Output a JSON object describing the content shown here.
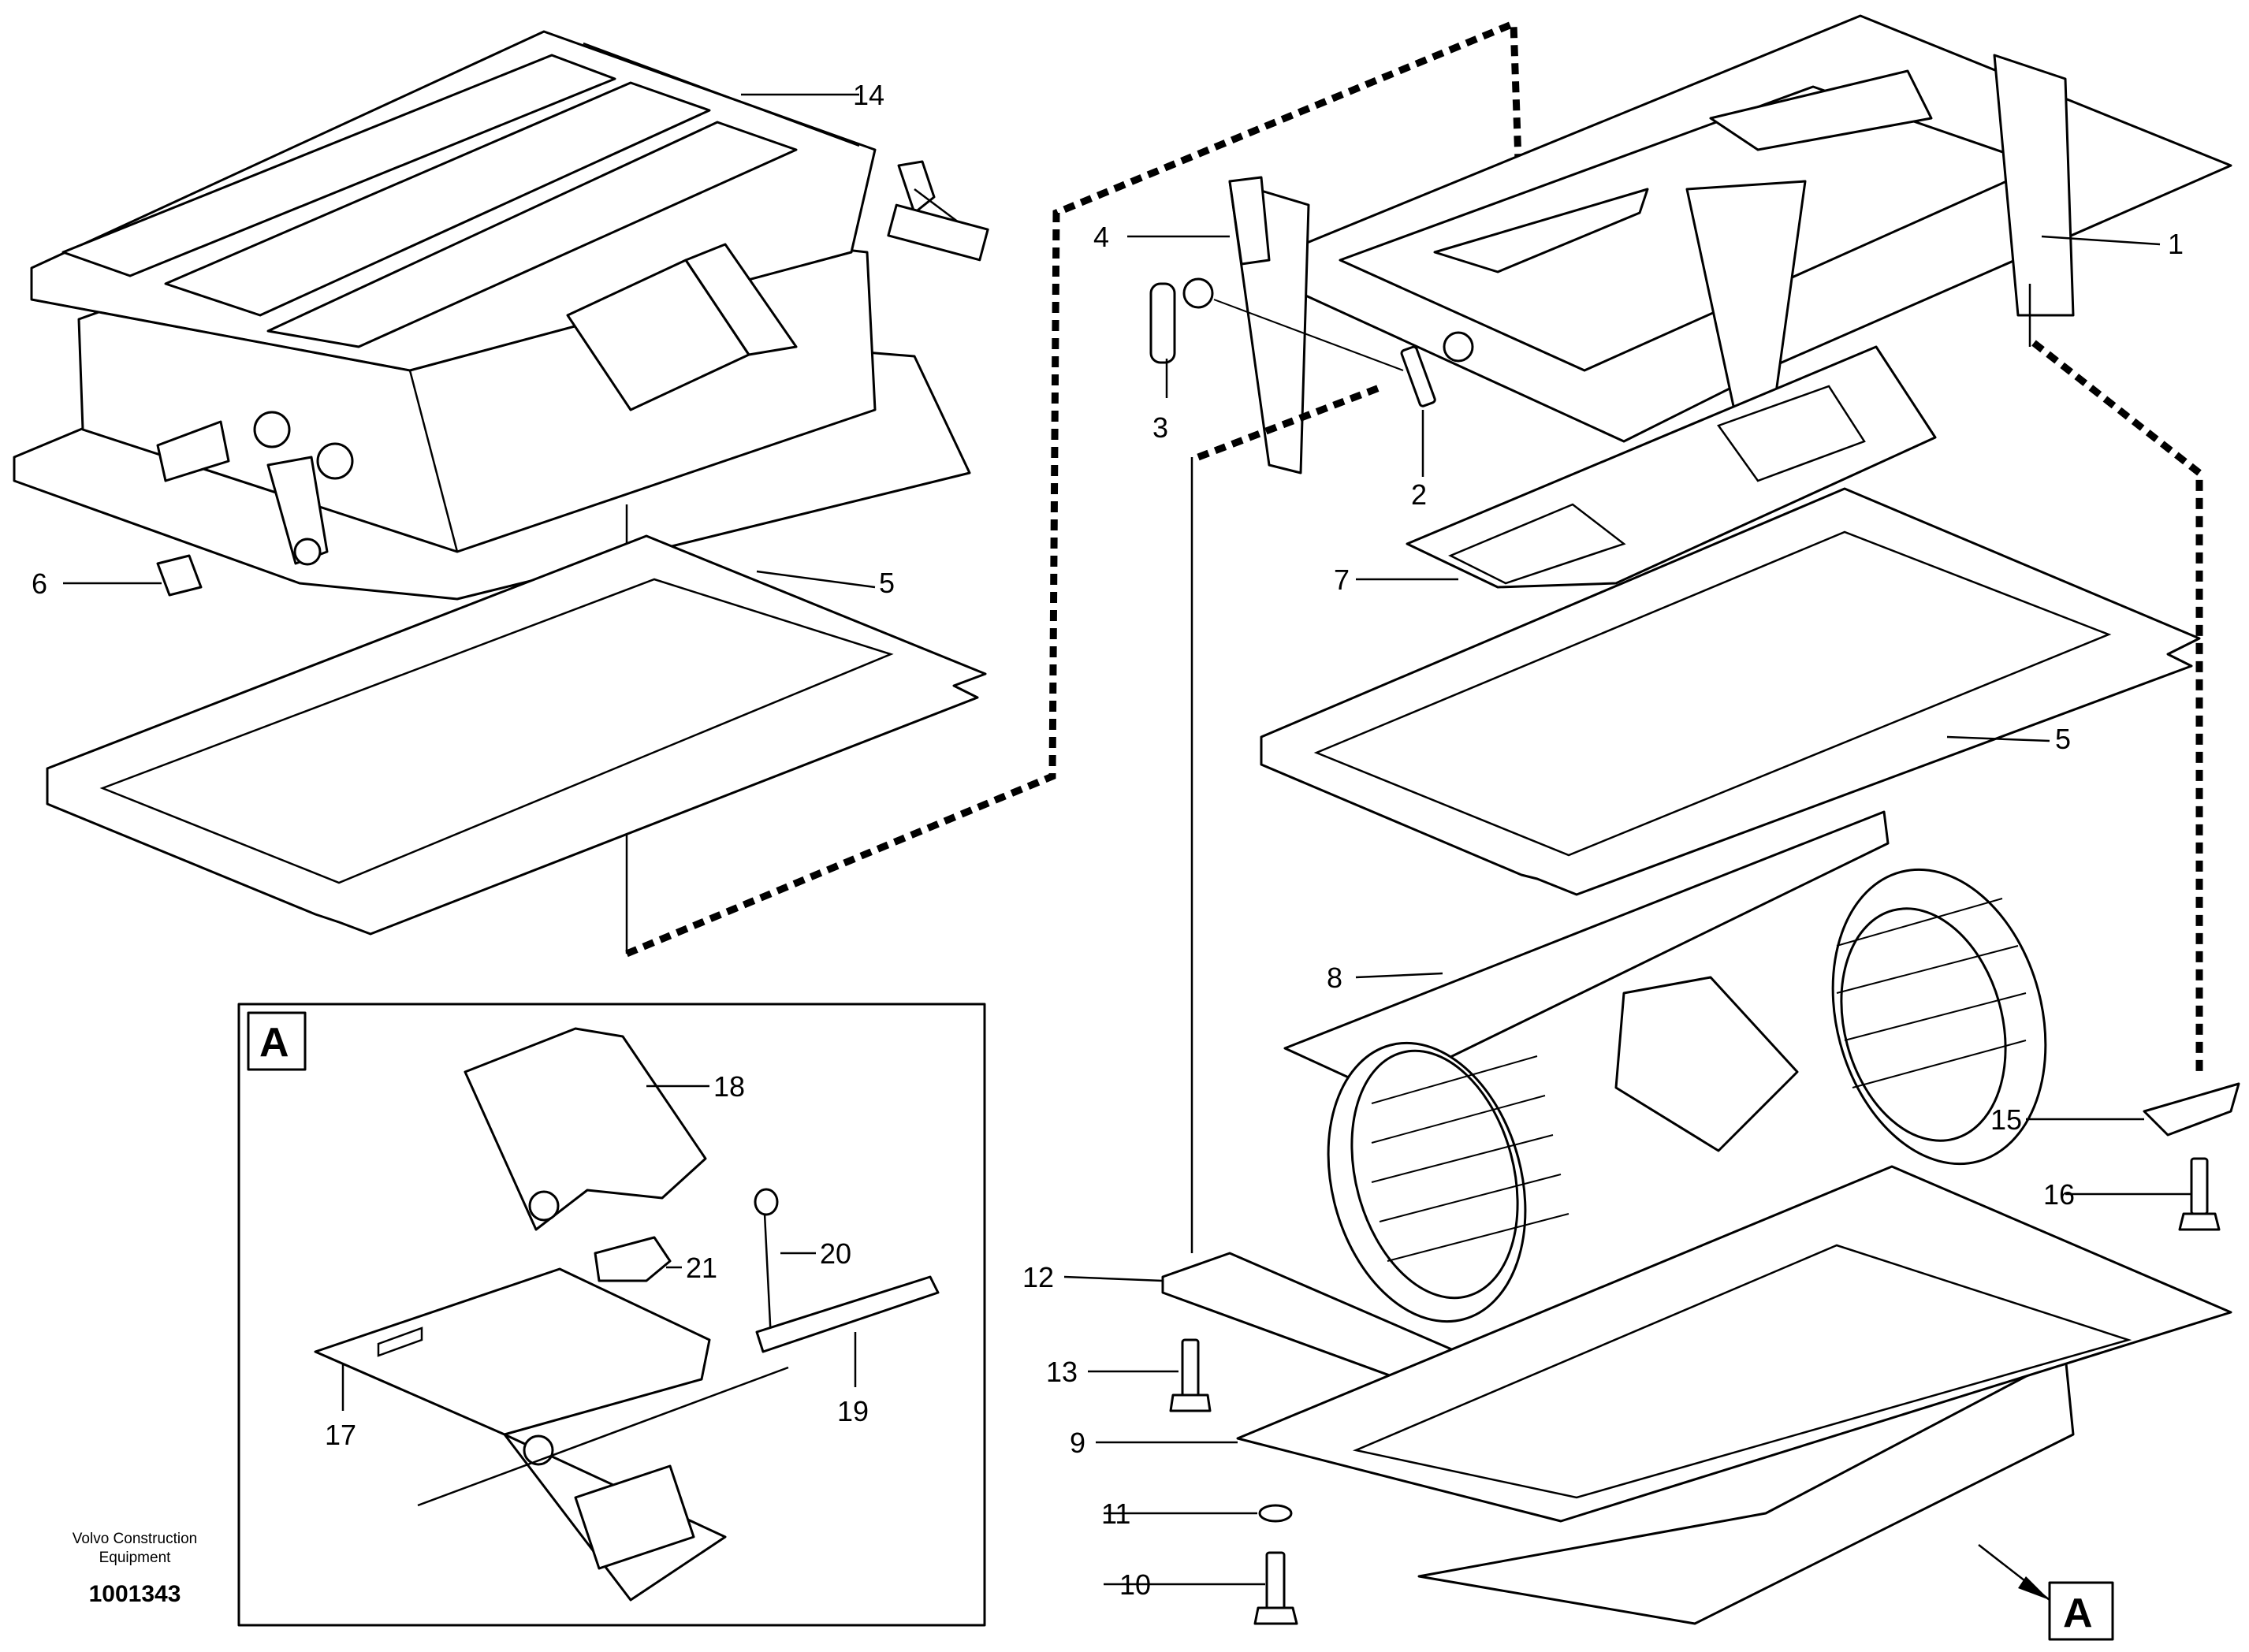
{
  "callouts": {
    "c14": "14",
    "c1": "1",
    "c4": "4",
    "c3": "3",
    "c2": "2",
    "c6": "6",
    "c5a": "5",
    "c5b": "5",
    "c7": "7",
    "c8": "8",
    "c15": "15",
    "c16": "16",
    "c12": "12",
    "c13": "13",
    "c9": "9",
    "c11": "11",
    "c10": "10",
    "c18": "18",
    "c21": "21",
    "c20": "20",
    "c19": "19",
    "c17": "17"
  },
  "detail": {
    "inset_label": "A",
    "pointer_label": "A"
  },
  "credit": {
    "line1": "Volvo Construction",
    "line2": "Equipment"
  },
  "document_number": "1001343"
}
